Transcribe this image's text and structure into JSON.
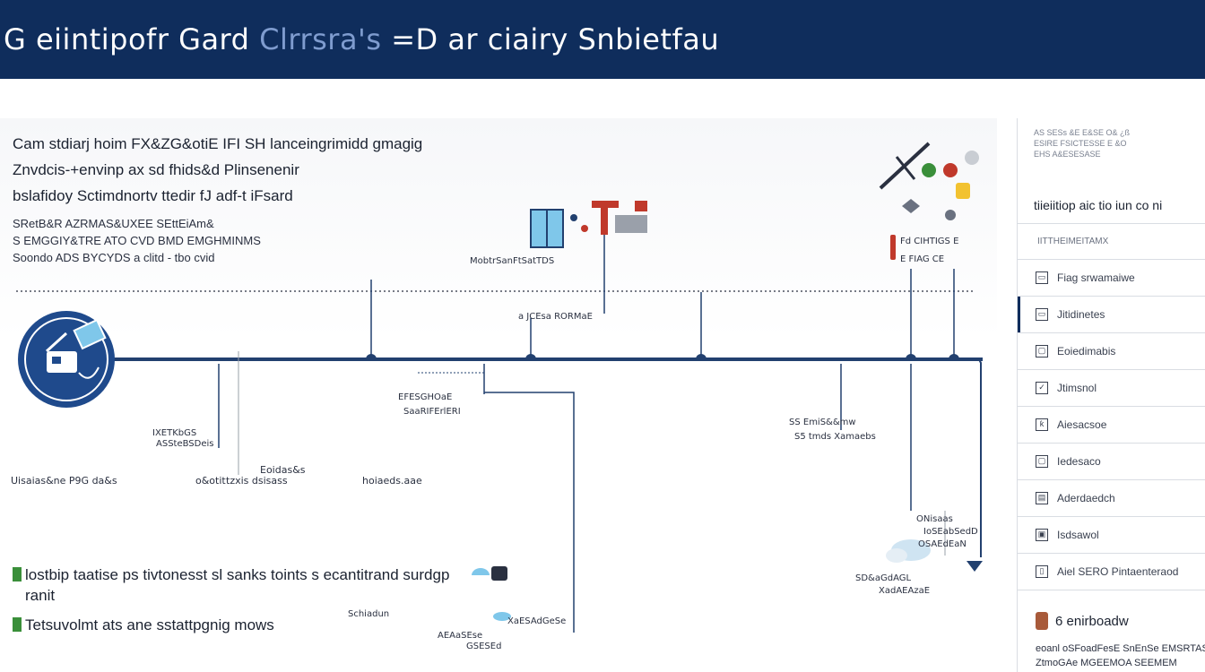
{
  "header": {
    "title_a": "G eiintipofr",
    "title_b": "Gard",
    "title_c": "Clrrsra's",
    "title_d": "=D ar ciairy Snbietfau"
  },
  "intro": {
    "lines": [
      "Cam stdiarj hoim FX&ZG&otiE IFI SH lanceingrimidd gmagig",
      "Znvdcis-+envinp ax sd fhids&d Plinsenenir",
      "bslafidoy Sctimdnortv ttedir fJ adf-t iFsard"
    ],
    "sub_lines": [
      "SRetB&R AZRMAS&UXEE SEttEiAm&",
      "S EMGGIY&TRE ATO CVD BMD EMGHMINMS",
      "Soondo ADS BYCYDS a clitd - tbo cvid"
    ]
  },
  "diagram": {
    "labels": {
      "top_mid": "MobtrSanFtSatTDS",
      "top_mid_2": "a JCEsa RORMaE",
      "right_top": "Fd CIHTIGS E",
      "right_top_2": "E FIAG CE",
      "left_mid_1": "IXETKbGS",
      "left_mid_2": "ASSteBSDeis",
      "mid_1": "EFESGHOaE",
      "mid_2": "SaaRIFErlERI",
      "right_mid_1": "SS EmiS&&mw",
      "right_mid_2": "S5 tmds Xamaebs",
      "row_1": "Uisaias&ne P9G da&s",
      "row_2": "o&otit",
      "row_3": "tzxis dsisass",
      "row_4": "Eoidas&s",
      "row_5": "hoiaeds.aae",
      "bottom_r_1": "ONisaas",
      "bottom_r_2": "IoSEabSedD",
      "bottom_r_3": "OSAEdEaN",
      "bottom_r_4": "SD&aGdAGL",
      "bottom_r_5": "XadAEAzaE",
      "bottom_l_1": "Schiadun",
      "bottom_l_2": "XaESAdGeSe",
      "bottom_l_3": "AEAaSEse",
      "bottom_l_4": "GSESEd"
    }
  },
  "legend": {
    "items": [
      "lostbip taatise ps tivtonesst sl sanks toints s ecantitrand surdgp ranit",
      "Tetsuvolmt ats ane sstattpgnig mows"
    ]
  },
  "sidebar": {
    "tiny_lines": [
      "AS SESs &E E&SE O& ¿ß",
      "ESIRE FSICTESSE E &O",
      "EHS A&ESESASE"
    ],
    "title": "tiieiitiop aic tio iun co ni",
    "section": "IITTHEIMEITAMX",
    "items": [
      {
        "icon": "▭",
        "label": "Fiag srwamaiwe"
      },
      {
        "icon": "▭",
        "label": "Jitidinetes"
      },
      {
        "icon": "▢",
        "label": "Eoiedimabis"
      },
      {
        "icon": "✓",
        "label": "Jtimsnol"
      },
      {
        "icon": "ƙ",
        "label": "Aiesacsoe"
      },
      {
        "icon": "▢",
        "label": "Iedesaco"
      },
      {
        "icon": "▤",
        "label": "Aderdaedch"
      },
      {
        "icon": "▣",
        "label": "Isdsawol"
      },
      {
        "icon": "▯",
        "label": "Aiel SERO Pintaenteraod"
      }
    ],
    "bottom_title": "6 enirboadw",
    "note_1": "eoanl oSFoadFesE SnEnSe EMSRTAS",
    "note_2": "ZtmoGAe MGEEMOA SEEMEM"
  },
  "colors": {
    "header_bg": "#0f2d5c",
    "timeline": "#22406f",
    "accent_red": "#c0392b",
    "accent_blue": "#7fc7ea",
    "legend_green": "#3a8f3a"
  }
}
